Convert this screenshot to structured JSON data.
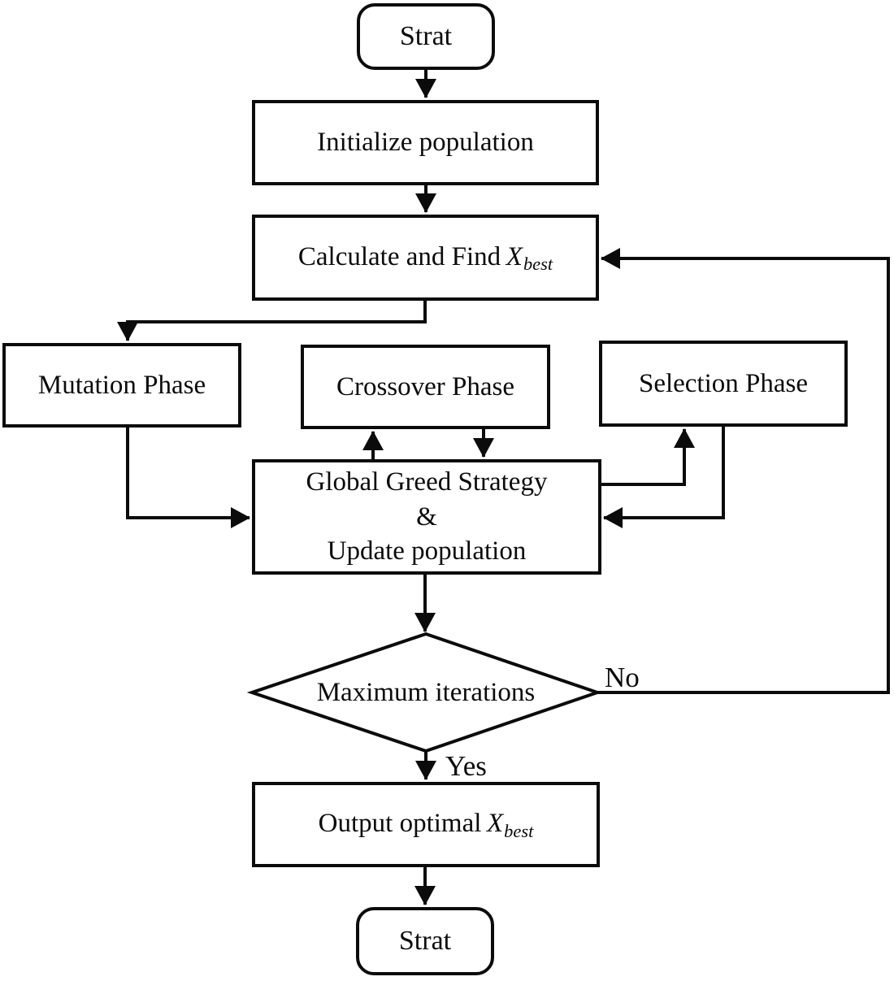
{
  "diagram": {
    "kind": "flowchart",
    "colors": {
      "stroke": "#0b0b0b",
      "background": "#ffffff",
      "text": "#0b0b0b"
    },
    "nodes": {
      "start_top": {
        "label": "Strat",
        "shape": "terminator"
      },
      "initialize": {
        "label": "Initialize population",
        "shape": "process"
      },
      "calculate": {
        "prefix": "Calculate and Find",
        "variable": "X",
        "subscript": "best",
        "shape": "process"
      },
      "mutation": {
        "label": "Mutation Phase",
        "shape": "process"
      },
      "crossover": {
        "label": "Crossover Phase",
        "shape": "process"
      },
      "selection": {
        "label": "Selection Phase",
        "shape": "process"
      },
      "global_greed": {
        "lines": [
          "Global Greed Strategy",
          "&",
          "Update population"
        ],
        "shape": "process"
      },
      "decision": {
        "label": "Maximum iterations",
        "shape": "decision"
      },
      "output": {
        "prefix": "Output optimal",
        "variable": "X",
        "subscript": "best",
        "shape": "process"
      },
      "end_bottom": {
        "label": "Strat",
        "shape": "terminator"
      }
    },
    "edge_labels": {
      "no": "No",
      "yes": "Yes"
    }
  }
}
